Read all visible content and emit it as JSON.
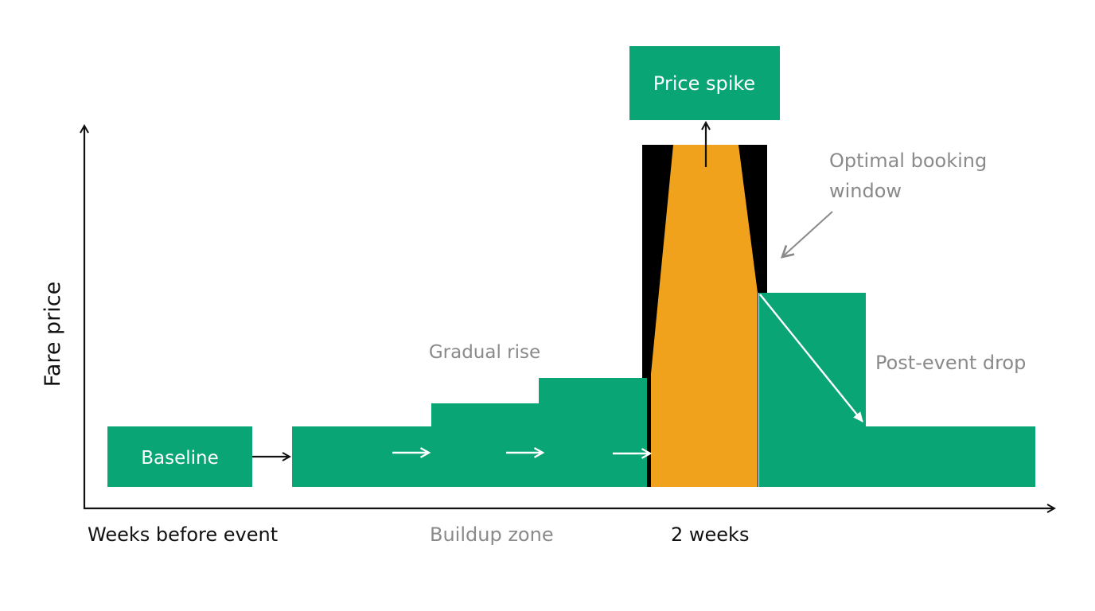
{
  "axes": {
    "y_label": "Fare price",
    "x_label_left": "Weeks before event",
    "x_label_middle": "Buildup zone",
    "x_label_right": "2 weeks"
  },
  "labels": {
    "baseline": "Baseline",
    "price_spike": "Price spike",
    "gradual_rise": "Gradual rise",
    "optimal_booking_line1": "Optimal booking",
    "optimal_booking_line2": "window",
    "post_event_drop": "Post-event drop"
  },
  "colors": {
    "green": "#0aa574",
    "orange": "#f0a21c",
    "black": "#000000",
    "axis": "#111111",
    "muted_text": "#8a8a8a",
    "white_arrow": "#ffffff"
  },
  "icons": {
    "buildup_arrows": "right-arrow-icon",
    "spike_arrow": "up-arrow-icon",
    "drop_arrow": "diagonal-down-arrow-icon",
    "window_arrow": "diagonal-pointer-arrow-icon"
  }
}
